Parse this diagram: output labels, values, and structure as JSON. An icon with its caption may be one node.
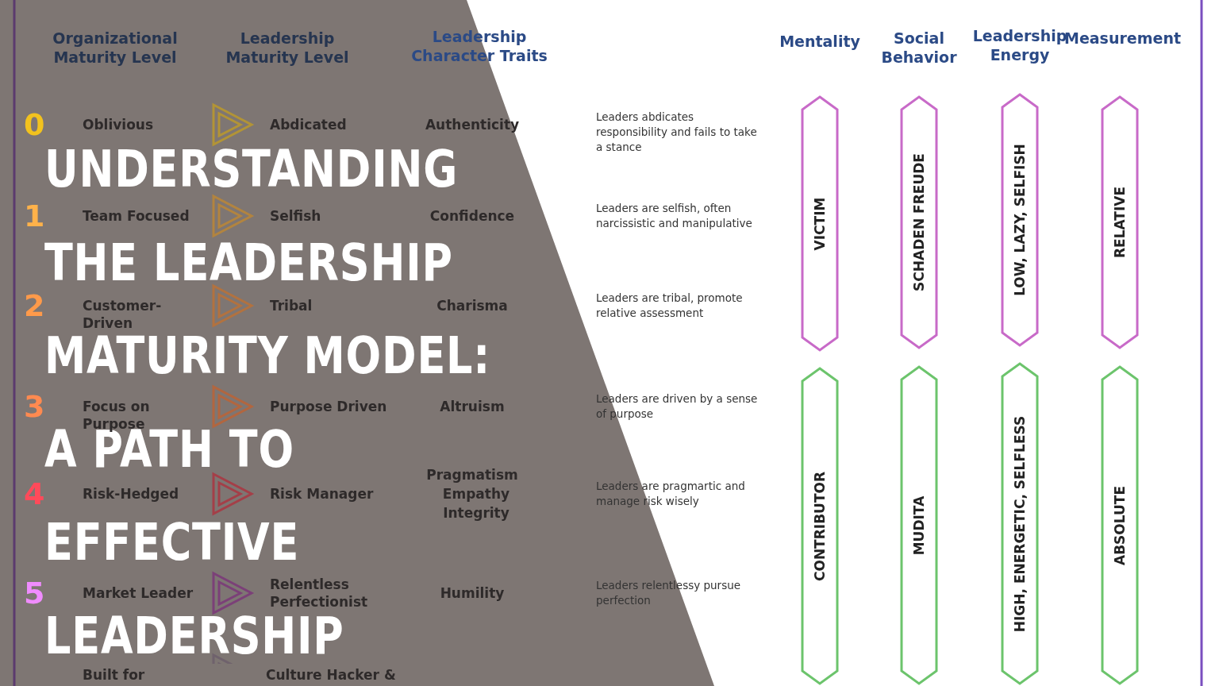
{
  "diagram": {
    "title": "UNDERSTANDING THE LEADERSHIP MATURITY MODEL: A PATH TO EFFECTIVE LEADERSHIP",
    "nodes": [
      {
        "text": [
          "VICTIM"
        ]
      },
      {
        "text": [
          "SCHADEN FREUDE"
        ]
      },
      {
        "text": [
          "LOW, LAZY, SELFISH"
        ]
      },
      {
        "text": [
          "RELATIVE"
        ]
      },
      {
        "text": [
          "CONTRIBUTOR"
        ]
      },
      {
        "text": [
          "MUDITA"
        ]
      },
      {
        "text": [
          "HIGH, ENERGETIC, SELFLESS"
        ]
      },
      {
        "text": [
          "ABSOLUTE"
        ]
      }
    ],
    "labels": [
      "Organizational Maturity Level",
      "Leadership Maturity Level",
      "Leadership Character Traits",
      "Mentality",
      "Social Behavior",
      "Leadership Energy",
      "Measurement",
      "0",
      "Oblivious",
      "Abdicated",
      "Authenticity",
      "Leaders abdicates responsibility and fails to take a stance",
      "1",
      "Team Focused",
      "Selfish",
      "Confidence",
      "Leaders are selfish, often narcissistic and manipulative",
      "2",
      "Customer-Driven",
      "Tribal",
      "Charisma",
      "Leaders are tribal, promote relative assessment",
      "3",
      "Focus on Purpose",
      "Purpose Driven",
      "Altruism",
      "Leaders are driven by a sense of purpose",
      "4",
      "Risk-Hedged",
      "Risk Manager",
      "Pragmatism",
      "Empathy",
      "Integrity",
      "Leaders are pragmartic and manage risk wisely",
      "5",
      "Market Leader",
      "Relentless Perfectionist",
      "Humility",
      "Leaders relentlessy pursue perfection",
      "Built for",
      "Culture Hacker &"
    ]
  }
}
